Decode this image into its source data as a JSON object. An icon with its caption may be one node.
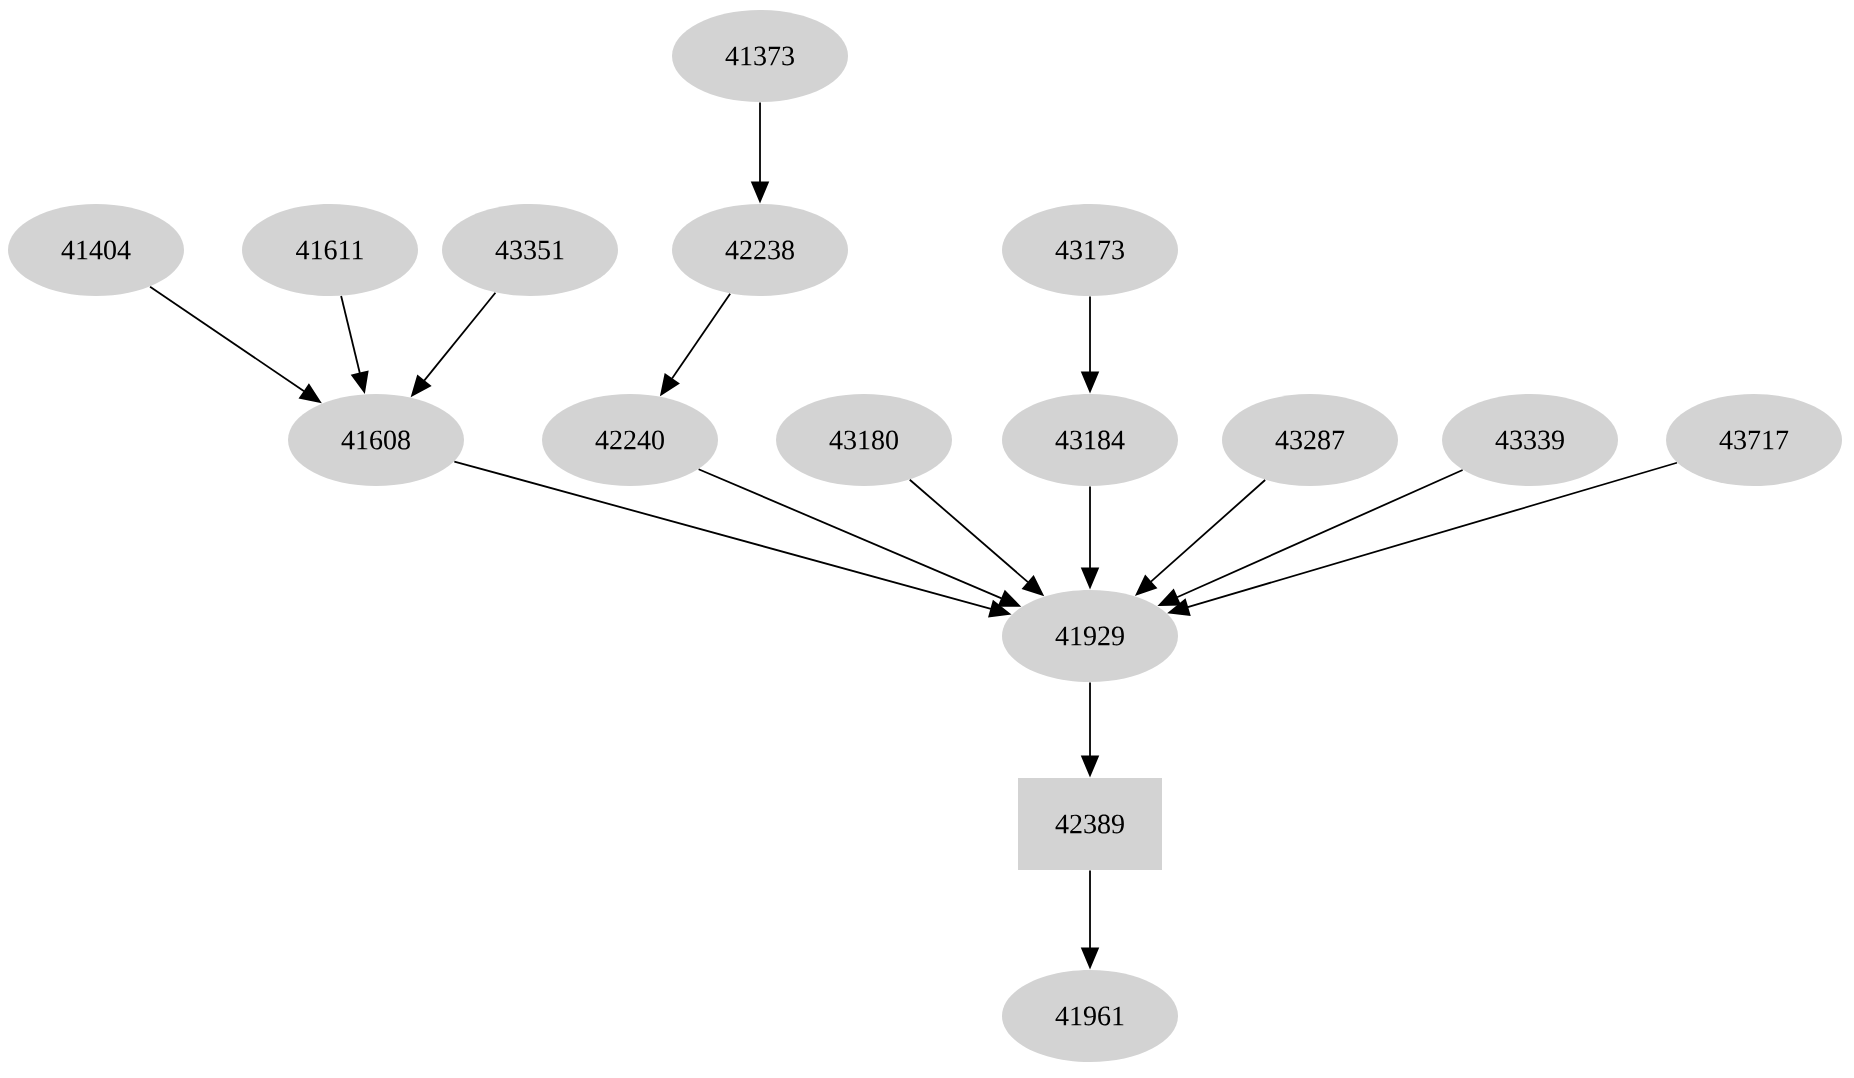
{
  "diagram": {
    "nodes": [
      {
        "text": [
          "41373"
        ]
      },
      {
        "text": [
          "41404"
        ]
      },
      {
        "text": [
          "41611"
        ]
      },
      {
        "text": [
          "43351"
        ]
      },
      {
        "text": [
          "42238"
        ]
      },
      {
        "text": [
          "43173"
        ]
      },
      {
        "text": [
          "41608"
        ]
      },
      {
        "text": [
          "42240"
        ]
      },
      {
        "text": [
          "43180"
        ]
      },
      {
        "text": [
          "43184"
        ]
      },
      {
        "text": [
          "43287"
        ]
      },
      {
        "text": [
          "43339"
        ]
      },
      {
        "text": [
          "43717"
        ]
      },
      {
        "text": [
          "41929"
        ]
      },
      {
        "text": [
          "42389"
        ]
      },
      {
        "text": [
          "41961"
        ]
      }
    ],
    "edges": [
      {
        "from": 0,
        "to": 4,
        "arrow": "to"
      },
      {
        "from": 1,
        "to": 6,
        "arrow": "to"
      },
      {
        "from": 2,
        "to": 6,
        "arrow": "to"
      },
      {
        "from": 3,
        "to": 6,
        "arrow": "to"
      },
      {
        "from": 4,
        "to": 7,
        "arrow": "to"
      },
      {
        "from": 5,
        "to": 9,
        "arrow": "to"
      },
      {
        "from": 6,
        "to": 13,
        "arrow": "to"
      },
      {
        "from": 7,
        "to": 13,
        "arrow": "to"
      },
      {
        "from": 8,
        "to": 13,
        "arrow": "to"
      },
      {
        "from": 9,
        "to": 13,
        "arrow": "to"
      },
      {
        "from": 10,
        "to": 13,
        "arrow": "to"
      },
      {
        "from": 11,
        "to": 13,
        "arrow": "to"
      },
      {
        "from": 12,
        "to": 13,
        "arrow": "to"
      },
      {
        "from": 13,
        "to": 14,
        "arrow": "to"
      },
      {
        "from": 14,
        "to": 15,
        "arrow": "to"
      }
    ]
  }
}
